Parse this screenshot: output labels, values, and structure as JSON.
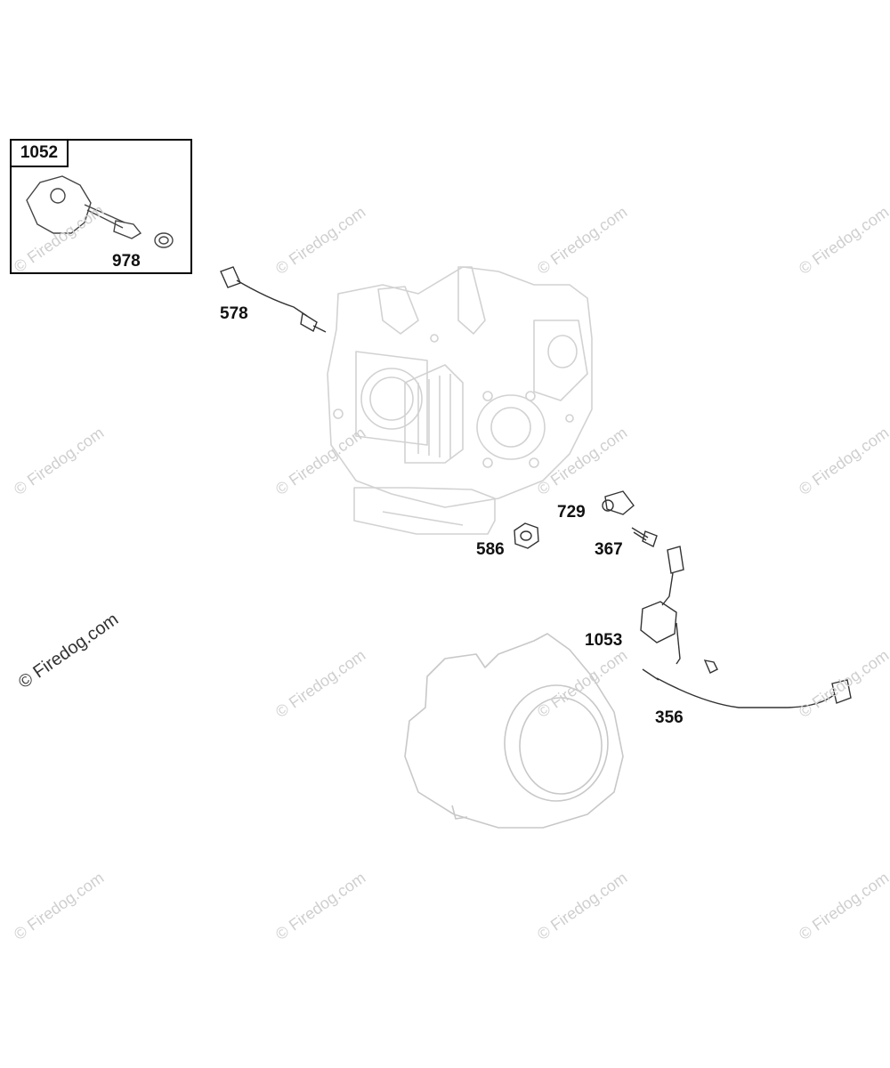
{
  "diagram": {
    "inset": {
      "label": "1052"
    },
    "callouts": {
      "c978": "978",
      "c578": "578",
      "c729": "729",
      "c367": "367",
      "c586": "586",
      "c1053": "1053",
      "c356": "356"
    },
    "watermark": {
      "text": "© Firedog.com",
      "primary": "© Firedog.com"
    }
  }
}
